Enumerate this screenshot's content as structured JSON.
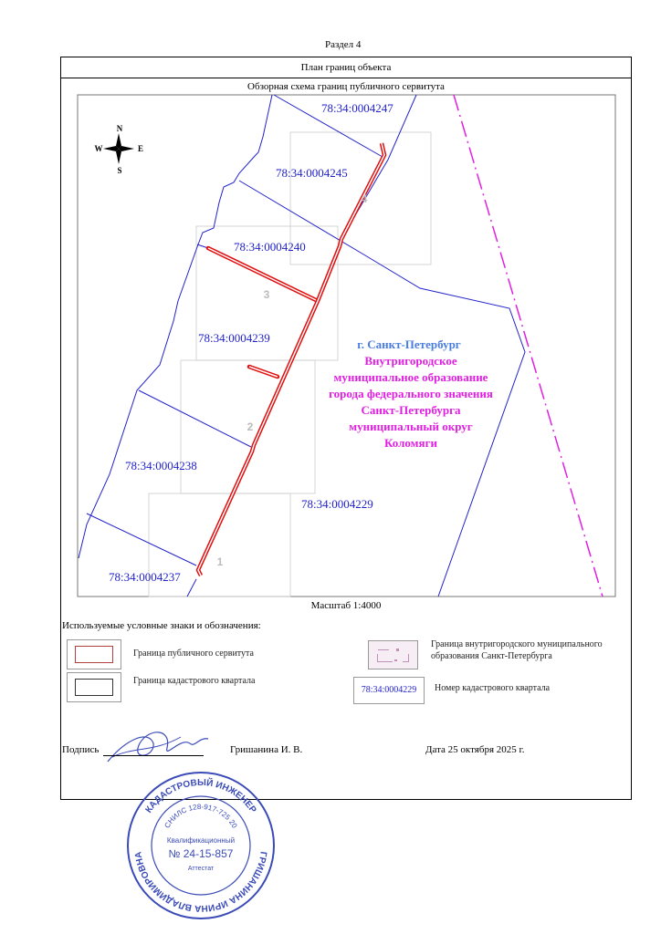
{
  "section": "Раздел 4",
  "header": "План границ объекта",
  "map": {
    "title": "Обзорная схема границ публичного сервитута",
    "compass": {
      "n": "N",
      "s": "S",
      "w": "W",
      "e": "E"
    },
    "quarters": [
      "78:34:0004247",
      "78:34:0004245",
      "78:34:0004240",
      "78:34:0004239",
      "78:34:0004238",
      "78:34:0004229",
      "78:34:0004237"
    ],
    "sheet_numbers": [
      "1",
      "2",
      "3",
      "4"
    ],
    "city_label": "г. Санкт-Петербург",
    "municipality_lines": [
      "Внутригородское",
      "муниципальное образование",
      "города федерального значения",
      "Санкт-Петербурга",
      "муниципальный округ",
      "Коломяги"
    ],
    "colors": {
      "cadastral": "#2222cc",
      "servitude": "#e01010",
      "municipal": "#e020e0",
      "city": "#4a7de0"
    }
  },
  "scale": "Масштаб 1:4000",
  "legend": {
    "title": "Используемые условные знаки и обозначения:",
    "items": [
      {
        "label": "Граница публичного сервитута"
      },
      {
        "label": "Граница кадастрового квартала"
      },
      {
        "label": "Граница внутригородского муниципального образования Санкт-Петербурга"
      },
      {
        "sample": "78:34:0004229",
        "label": "Номер кадастрового квартала"
      }
    ]
  },
  "signature": {
    "label": "Подпись",
    "name": "Гришанина И. В.",
    "date": "Дата 25 октября 2025 г."
  },
  "stamp": {
    "ring_top": "КАДАСТРОВЫЙ ИНЖЕНЕР",
    "snils": "СНИЛС 128-917-725 20",
    "ring_bottom": "ГРИШАНИНА ИРИНА ВЛАДИМИРОВНА",
    "center1": "Квалификационный",
    "center2": "№ 24-15-857",
    "center3": "Аттестат"
  }
}
